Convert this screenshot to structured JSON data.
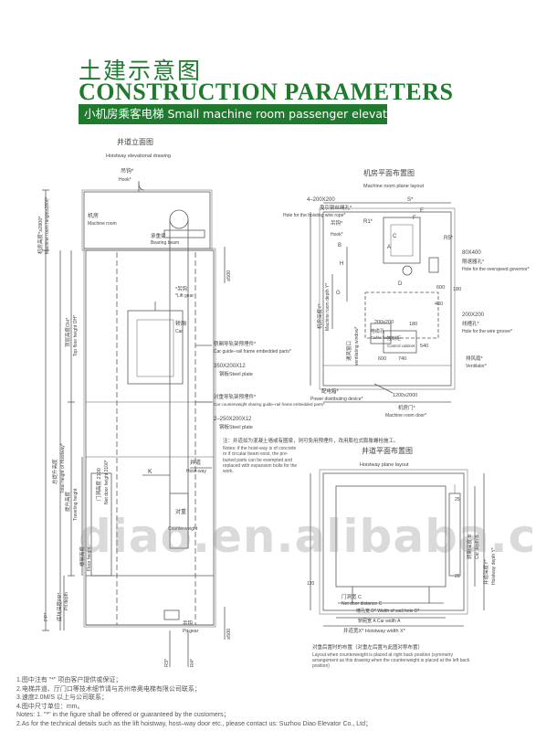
{
  "header": {
    "cn_title": "土建示意图",
    "en_title": "CONSTRUCTION PARAMETERS",
    "subtitle": "小机房乘客电梯  Small machine room passenger elevator"
  },
  "elevation": {
    "title_cn": "井道立面图",
    "title_en": "Hoistway elevational drawing",
    "hook": "吊钩*",
    "hook_en": "Hook*",
    "machine_room_cn": "机房",
    "machine_room_en": "Machine room",
    "bearing_beam_cn": "承重梁",
    "bearing_beam_en": "Bearing beam",
    "lift_gear": "*Lift gear",
    "lift_gear_cn": "*吊钩",
    "car_cn": "轿厢",
    "car_en": "Car",
    "guide_rail_cn": "轿厢导轨架预埋件*",
    "guide_rail_en": "Car guide–rail frame embedded parts*",
    "steel_plate_1": "350X200X12",
    "steel_plate_label": "钢板Steel plate",
    "cw_guide_cn": "对重导轨架预埋件*",
    "cw_guide_en": "Car counterweight sharing guide–rail frame embedded parts*",
    "steel_plate_2": "2–250X200X12",
    "note_cn": "注：井道如为混凝土墙或有圈梁，则可免用预埋件，改用膨拉式膨胀螺栓施工。",
    "note_en": "Notes: if the hoist-way is of concrete or if circular beam exist, the pre-buried parts can be exempted and replaced with expansion bolts for the work.",
    "hoist_way": "井道",
    "hoist_way_en": "Hoist-way",
    "counterweight": "对重",
    "counterweight_en": "Counterweight",
    "pit_gear": "Pit gear",
    "pit_gear_cn": "吊钩",
    "k": "K",
    "dims": [
      "机房高度*≥2800*",
      "Machine room height≥2800*",
      "顶层高度OH*",
      "Top floor height OH*",
      "总提升高度",
      "Total height of Hoistway*",
      "提升高度",
      "Traveling height",
      "楼层高度",
      "Floor height",
      "门洞高度 2100",
      "Net door height 2100*",
      "底坑深度PP*",
      "Pit depth",
      "PP*",
      "R3*",
      "R4*",
      "≥500",
      "≥500"
    ]
  },
  "machine_plan": {
    "title_cn": "机房平面布置图",
    "title_en": "Machine room plane layout",
    "hole_wire": "4–200X200",
    "hole_wire_cn": "曳引钢丝绳孔*",
    "hole_wire_en": "Hole for the hoisting wire rope*",
    "hook": "吊钩*",
    "hook_en": "Hook*",
    "s": "S*",
    "r1": "R1*",
    "r5": "R5*",
    "governor_hole": "80X400",
    "governor_cn": "限速器孔*",
    "governor_en": "Hole for the overspeed governor*",
    "wire_groove": "200X200",
    "wire_groove_cn": "线槽孔*",
    "wire_groove_en": "Hole for the wire groove*",
    "ventilator_cn": "排风扇*",
    "ventilator_en": "Ventilator*",
    "depth_cn": "机房深度Y*",
    "depth_en": "Machine room depth Y*",
    "vent_win_cn": "通风窗口",
    "vent_win_en": "ventilating window*",
    "cable_cn": "电缆孔",
    "cable_en": "Cable hole",
    "control_cn": "控制柜",
    "control_en": "Control cabinet",
    "power_cn": "配电箱*",
    "power_en": "Power distributing device*",
    "door_cn": "机房门*",
    "door_en": "Machine room door*",
    "door_size": "1200x2000",
    "dims": [
      "200x200",
      "180",
      "600",
      "740",
      "540",
      "600",
      "460",
      "180",
      "H",
      "E",
      "F",
      "C",
      "A",
      "G",
      "D",
      "B"
    ]
  },
  "hoist_plan": {
    "title_cn": "井道平面布置图",
    "title_en": "Hoistway plane layout",
    "car_depth_cn": "轿厢深度 B",
    "car_depth_en": "Car depth B",
    "hoist_depth_cn": "井道深度Y*",
    "hoist_depth_en": "Hoistway depth Y*",
    "door_width": "门洞宽 C",
    "door_width_en": "Net door distance C",
    "wall_hole": "墙孔宽 D*  Width of wall hole D*",
    "car_width": "轿厢宽 A  Car width A",
    "hoist_width": "井道宽X*  Hoistway width X*",
    "caption_cn": "对重后置时的布置（对重左后置与此图对称布置）",
    "caption_en": "Layout when counterweight is placed at right back position (symmetry arrangement as this drawing when the counterweight is placed at the left back position)",
    "dims": [
      "25",
      "120",
      "25"
    ]
  },
  "watermark": "diao.en.alibaba.com",
  "notes": [
    "1.图中注有 \"*\" 项由客户提供或保证；",
    "2.电梯井道、厅门口等技术细节请与苏州帝奥电梯有限公司联系；",
    "3.速度2.0M/S 以上与公司联系；",
    "4.图中尺寸单位：mm。",
    "Notes: 1. \"*\" in the figure shall be offered or guaranteed by the customers；",
    "2.As for the technical details such as the lift hoistway, host–way door etc., please contact us: Suzhou Diao Elevator Co., Ltd；"
  ],
  "colors": {
    "accent": "#1f7a2e",
    "line": "#5a5a5a",
    "watermark": "#969696"
  }
}
